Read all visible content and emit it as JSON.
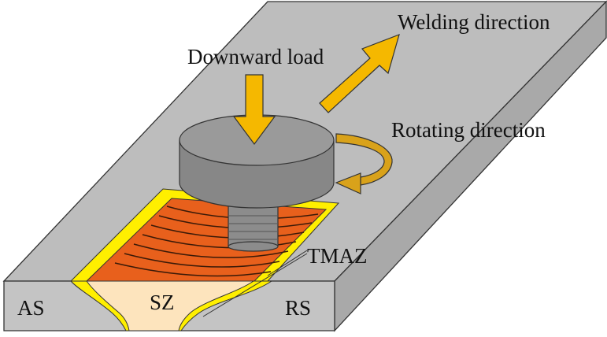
{
  "labels": {
    "welding_direction": "Welding direction",
    "downward_load": "Downward load",
    "rotating_direction": "Rotating direction",
    "tmaz": "TMAZ",
    "sz": "SZ",
    "as": "AS",
    "rs": "RS"
  },
  "colors": {
    "plate_top": "#bdbdbd",
    "plate_side": "#a8a8a8",
    "tool": "#8a8a8a",
    "tool_top": "#9a9a9a",
    "arrow": "#f5b800",
    "rotate_arrow": "#d9a21a",
    "weld_zone": "#e8601c",
    "tmaz": "#ffef00",
    "stir_zone": "#fde4bd"
  }
}
